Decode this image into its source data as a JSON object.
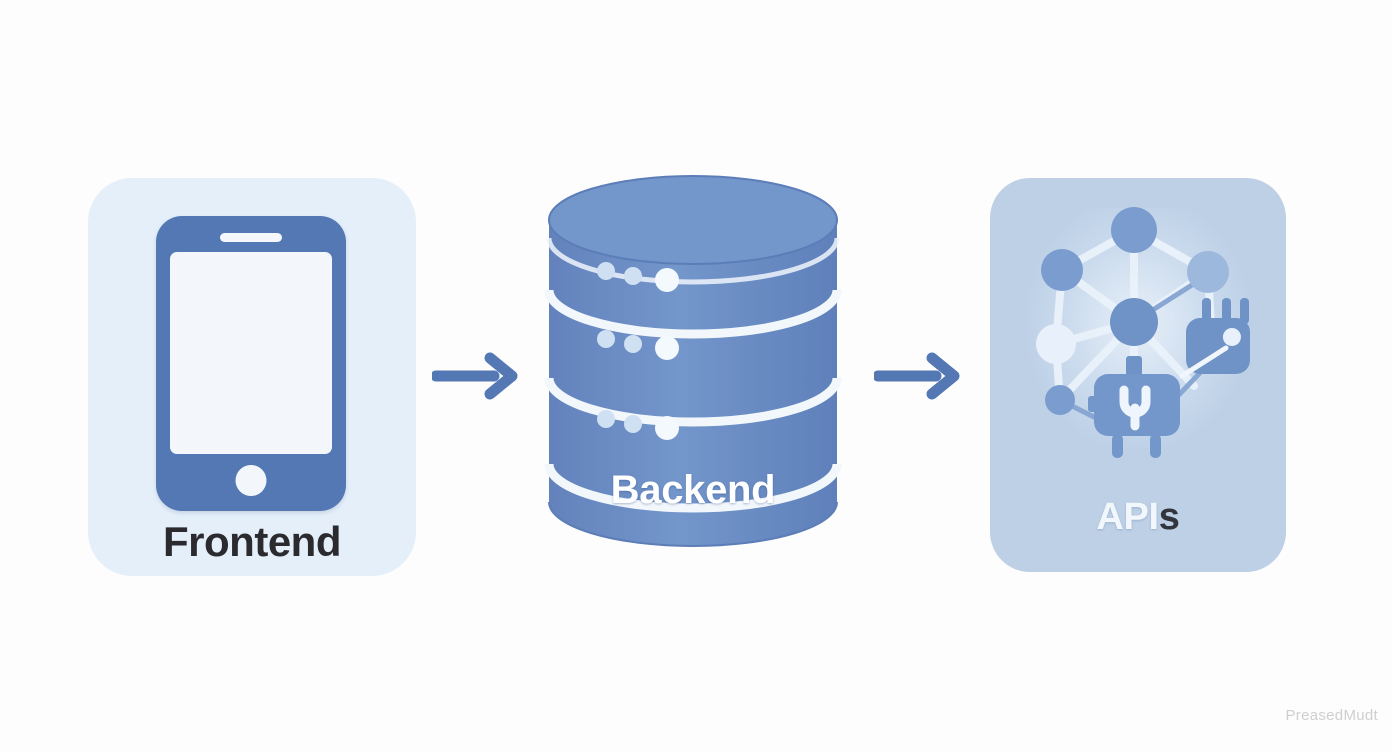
{
  "meta": {
    "background_color": "#fdfdfd",
    "watermark": "PreasedMudt"
  },
  "diagram": {
    "title": "",
    "flow_direction": "left-to-right",
    "stages": [
      {
        "id": "frontend",
        "label": "Frontend",
        "icon": "mobile-phone-icon",
        "panel_color": "#e4eff9",
        "label_color": "#2b2b2f",
        "icon_color": "#5478b4"
      },
      {
        "id": "backend",
        "label": "Backend",
        "icon": "database-cylinder-icon",
        "panel_color": "#6d8ec4",
        "label_color": "#ffffff",
        "icon_color": "#6d8ec4"
      },
      {
        "id": "apis",
        "label_main": "API",
        "label_suffix": "s",
        "label": "APIs",
        "icon": "network-nodes-plug-icon",
        "panel_color": "#bdd0e6",
        "label_color": "#f2f7fc",
        "icon_color": "#6f93c6"
      }
    ],
    "connectors": [
      {
        "id": "arrow-frontend-to-backend",
        "from": "frontend",
        "to": "backend",
        "icon": "arrow-right-icon",
        "color": "#5478b4"
      },
      {
        "id": "arrow-backend-to-apis",
        "from": "backend",
        "to": "apis",
        "icon": "arrow-right-icon",
        "color": "#5478b4"
      }
    ]
  },
  "backend_detail": {
    "segments": 3,
    "segment_lights": [
      {
        "dots": [
          "small",
          "small",
          "large"
        ]
      },
      {
        "dots": [
          "small",
          "small",
          "large"
        ]
      },
      {
        "dots": [
          "small",
          "small",
          "large"
        ]
      }
    ],
    "band_color": "#f2f7fc",
    "dot_small_color": "#cfe0f2",
    "dot_large_color": "#f4f9fd"
  },
  "apis_detail": {
    "node_count": 7,
    "plug_count": 2,
    "nodes": [
      {
        "id": "node-top",
        "shade": "#7a9cce"
      },
      {
        "id": "node-upper-left",
        "shade": "#7a9cce"
      },
      {
        "id": "node-upper-right",
        "shade": "#9cb8dd"
      },
      {
        "id": "node-center",
        "shade": "#6f93c6"
      },
      {
        "id": "node-mid-left",
        "shade": "#e8f1fb"
      },
      {
        "id": "node-lower-left",
        "shade": "#7a9cce"
      },
      {
        "id": "node-hidden-right",
        "shade": "#9cb8dd"
      }
    ],
    "plugs": [
      {
        "id": "plug-fork",
        "glyph": "U-fork-socket"
      },
      {
        "id": "plug-prongs",
        "glyph": "two-prong-plug"
      }
    ]
  }
}
